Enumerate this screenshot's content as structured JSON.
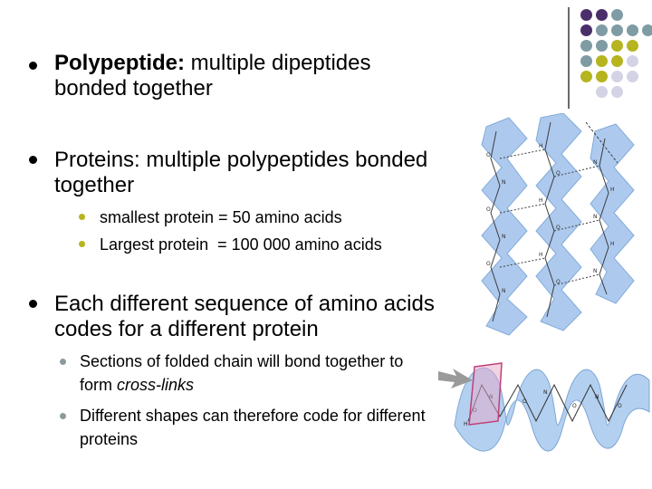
{
  "bullets": [
    {
      "bold": "Polypeptide:",
      "text": " multiple dipeptides bonded together"
    },
    {
      "text": "Proteins: multiple polypeptides bonded together",
      "sub": [
        {
          "text": "smallest protein = 50 amino acids"
        },
        {
          "text": "Largest protein  = 100 000 amino acids"
        }
      ]
    },
    {
      "text": "Each different sequence of amino acids codes for a different protein",
      "sub": [
        {
          "text_before": "Sections of folded chain will bond together to form ",
          "italic": "cross-links"
        },
        {
          "text": "Different shapes can therefore code for different proteins"
        }
      ]
    }
  ],
  "colors": {
    "purple": "#4a2f6b",
    "slate": "#7f9ba3",
    "olive": "#b6b41f",
    "lavender": "#d4d3e6",
    "sheet_blue": "#a9c8ee",
    "helix_blue": "#b4d0f0",
    "highlight_pink": "#e6a8c8"
  },
  "illustration": {
    "icon": "protein-structure-diagram"
  }
}
